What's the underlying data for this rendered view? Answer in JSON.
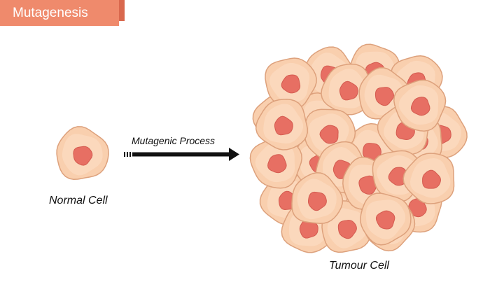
{
  "title": "Mutagenesis",
  "arrow_label": "Mutagenic Process",
  "normal_cell_label": "Normal Cell",
  "tumour_cell_label": "Tumour Cell",
  "colors": {
    "banner": "#EF8A6C",
    "banner_tab": "#D9684E",
    "cell_fill": "#F9CFAE",
    "cell_stroke": "#DDA17C",
    "nucleus": "#E76F63",
    "arrow": "#111111"
  }
}
